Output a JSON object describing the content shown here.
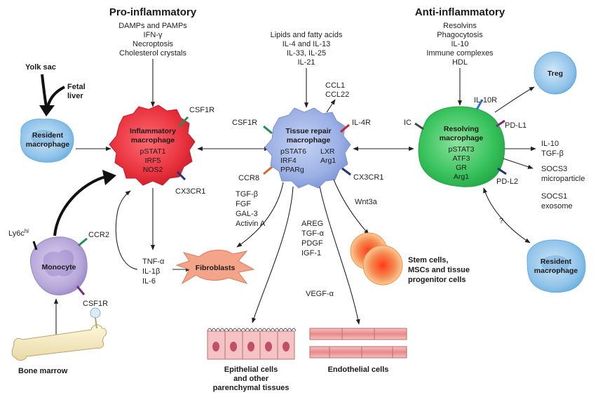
{
  "headings": {
    "pro": "Pro-inflammatory",
    "anti": "Anti-inflammatory"
  },
  "pro_stimuli": [
    "DAMPs and PAMPs",
    "IFN-γ",
    "Necroptosis",
    "Cholesterol crystals"
  ],
  "repair_stimuli": [
    "Lipids and fatty acids",
    "IL-4 and IL-13",
    "IL-33, IL-25",
    "IL-21"
  ],
  "anti_stimuli": [
    "Resolvins",
    "Phagocytosis",
    "IL-10",
    "Immune complexes",
    "HDL"
  ],
  "origin": {
    "yolk_sac": "Yolk sac",
    "fetal_liver": [
      "Fetal",
      "liver"
    ],
    "bone_marrow": "Bone marrow"
  },
  "resident_left": [
    "Resident",
    "macrophage"
  ],
  "resident_right": [
    "Resident",
    "macrophage"
  ],
  "monocyte": {
    "title": "Monocyte",
    "ly6c_base": "Ly6c",
    "ly6c_sup": "hi",
    "ccr2": "CCR2",
    "csf1r": "CSF1R"
  },
  "inflammatory": {
    "title": [
      "Inflammatory",
      "macrophage"
    ],
    "markers": [
      "pSTAT1",
      "IRF5",
      "NOS2"
    ],
    "receptor_top": "CSF1R",
    "receptor_bottom": "CX3CR1",
    "outputs": [
      "TNF-α",
      "IL-1β",
      "IL-6"
    ]
  },
  "repair": {
    "title": [
      "Tissue repair",
      "macrophage"
    ],
    "markers_left": [
      "pSTAT6",
      "IRF4",
      "PPARg"
    ],
    "markers_right": [
      "LXR",
      "Arg1"
    ],
    "receptor_left": "CSF1R",
    "receptor_right_top": "IL-4R",
    "receptor_right_bottom": "CX3CR1",
    "receptor_left_bottom": "CCR8",
    "chemokines": [
      "CCL1",
      "CCL22"
    ],
    "fibro_factors": [
      "TGF-β",
      "FGF",
      "GAL-3",
      "Activin A"
    ],
    "epi_factors": [
      "AREG",
      "TGF-α",
      "PDGF",
      "IGF-1"
    ],
    "endo_factor": "VEGF-α",
    "stem_factor": "Wnt3a"
  },
  "resolving": {
    "title": [
      "Resolving",
      "macrophage"
    ],
    "markers": [
      "pSTAT3",
      "ATF3",
      "GR",
      "Arg1"
    ],
    "receptor_ic": "IC",
    "receptor_il10r": "IL-10R",
    "receptor_pdl1": "PD-L1",
    "receptor_pdl2": "PD-L2",
    "outputs_a": [
      "IL-10",
      "TGF-β"
    ],
    "outputs_b": [
      "SOCS3",
      "microparticle"
    ],
    "outputs_c": [
      "SOCS1",
      "exosome"
    ],
    "question": "?"
  },
  "treg": "Treg",
  "fibroblasts": "Fibroblasts",
  "stem_cells": [
    "Stem cells,",
    "MSCs and tissue",
    "progenitor cells"
  ],
  "epithelial": [
    "Epithelial cells",
    "and other",
    "parenchymal tissues"
  ],
  "endothelial": "Endothelial cells",
  "colors": {
    "inflammatory": "#e8323e",
    "repair": "#9bb0e4",
    "resolving": "#37c25c",
    "resident": "#8fc3e9",
    "monocyte": "#b6a6d8",
    "fibroblast": "#f3a489",
    "stem": "#f58a50",
    "receptor_green": "#1f8f58",
    "receptor_navy": "#23337a",
    "receptor_red": "#c8242b",
    "receptor_purple": "#7b2a7e",
    "receptor_blue": "#2a7ac0",
    "receptor_orange": "#d66a2c",
    "receptor_gray": "#4a4a4a"
  }
}
